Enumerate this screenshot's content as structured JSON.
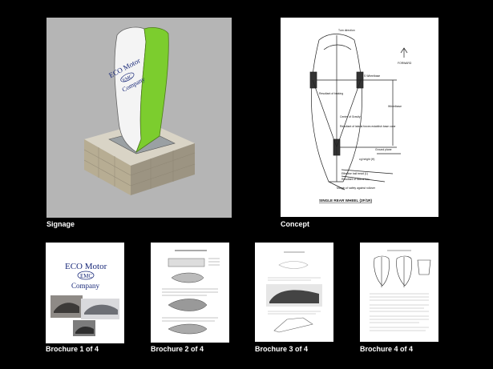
{
  "captions": {
    "signage": "Signage",
    "concept": "Concept",
    "brochure1": "Brochure 1 of 4",
    "brochure2": "Brochure 2 of 4",
    "brochure3": "Brochure 3 of 4",
    "brochure4": "Brochure 4 of 4"
  },
  "signage": {
    "logo_line1": "ECO Motor",
    "logo_badge": "EMC",
    "logo_line2": "Company",
    "sign_color": "#7ccd2e",
    "background": "#b5b5b5"
  },
  "concept": {
    "labels": [
      "Turn direction",
      "FORWARD",
      "Resultant of braking",
      "S Wheelbase",
      "Wheelbase",
      "Center of Gravity",
      "Resultant of lateral forces establish base cone",
      "Ground plane",
      "cg height (H)",
      "Effective ball tread (L)",
      "Resultant of lateral forc",
      "Margin of safety against rollover"
    ],
    "title": "SINGLE REAR WHEEL (2F/1R)"
  },
  "brochure1": {
    "logo_line1": "ECO Motor",
    "logo_badge": "EMC",
    "logo_line2": "Company"
  }
}
